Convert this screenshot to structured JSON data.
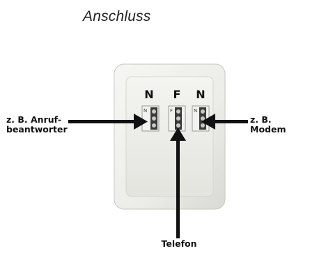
{
  "title": "Anschluss",
  "socket": {
    "ports": [
      "N",
      "F",
      "N"
    ],
    "port_left_small": "N",
    "port_middle_small": "F",
    "port_right_small": "N"
  },
  "labels": {
    "left_line1": "z. B. Anruf-",
    "left_line2": "beantworter",
    "right_line1": "z. B.",
    "right_line2": "Modem",
    "bottom": "Telefon"
  }
}
